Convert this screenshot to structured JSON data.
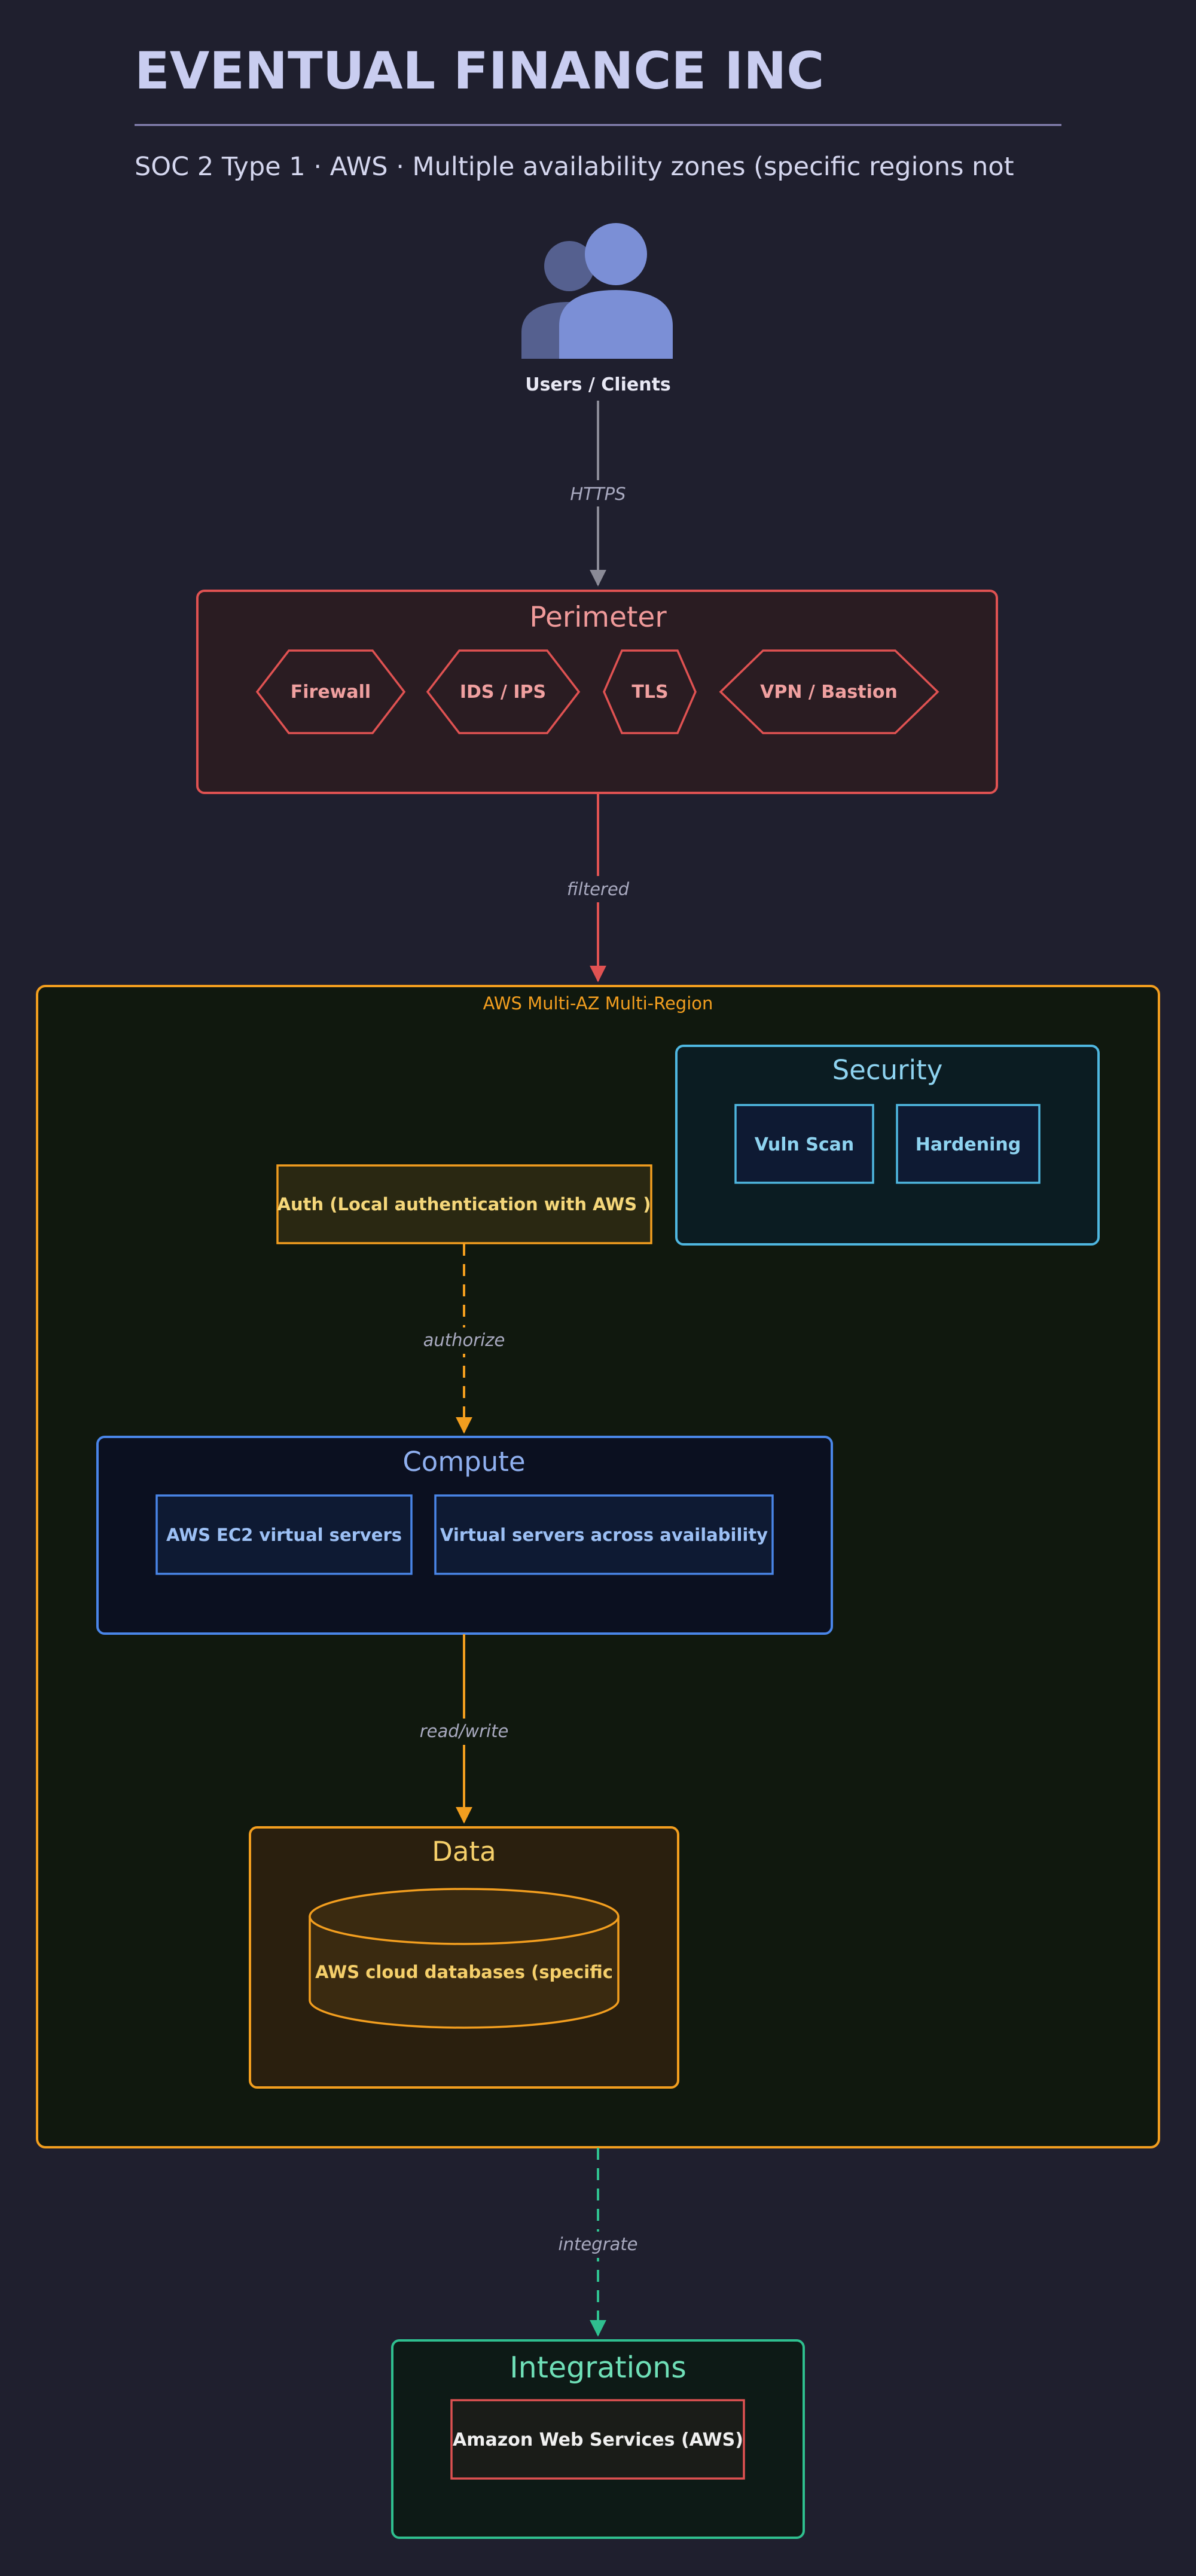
{
  "title": "EVENTUAL FINANCE INC",
  "subtitle": "SOC 2 Type 1 · AWS · Multiple availability zones (specific regions not",
  "users": {
    "label": "Users / Clients"
  },
  "edges": {
    "https": "HTTPS",
    "filtered": "filtered",
    "authorize": "authorize",
    "read_write": "read/write",
    "integrate": "integrate"
  },
  "perimeter": {
    "title": "Perimeter",
    "items": [
      "Firewall",
      "IDS / IPS",
      "TLS",
      "VPN / Bastion"
    ]
  },
  "region": {
    "label": "AWS Multi-AZ Multi-Region"
  },
  "security": {
    "title": "Security",
    "items": [
      "Vuln Scan",
      "Hardening"
    ]
  },
  "auth": {
    "label": "Auth (Local authentication with AWS )"
  },
  "compute": {
    "title": "Compute",
    "items": [
      "AWS EC2 virtual servers",
      "Virtual servers across availability"
    ]
  },
  "data_tier": {
    "title": "Data",
    "db_label": "AWS cloud databases (specific"
  },
  "integrations": {
    "title": "Integrations",
    "items": [
      "Amazon Web Services (AWS)"
    ]
  },
  "colors": {
    "background": "#1f1f2e",
    "title": "#c9cdf0",
    "perimeter": "#e05252",
    "region": "#f29e1f",
    "security": "#4fb7e0",
    "compute": "#4a86e8",
    "data": "#f29e1f",
    "integrations": "#2fbf8f",
    "users": "#7b8fd6"
  }
}
